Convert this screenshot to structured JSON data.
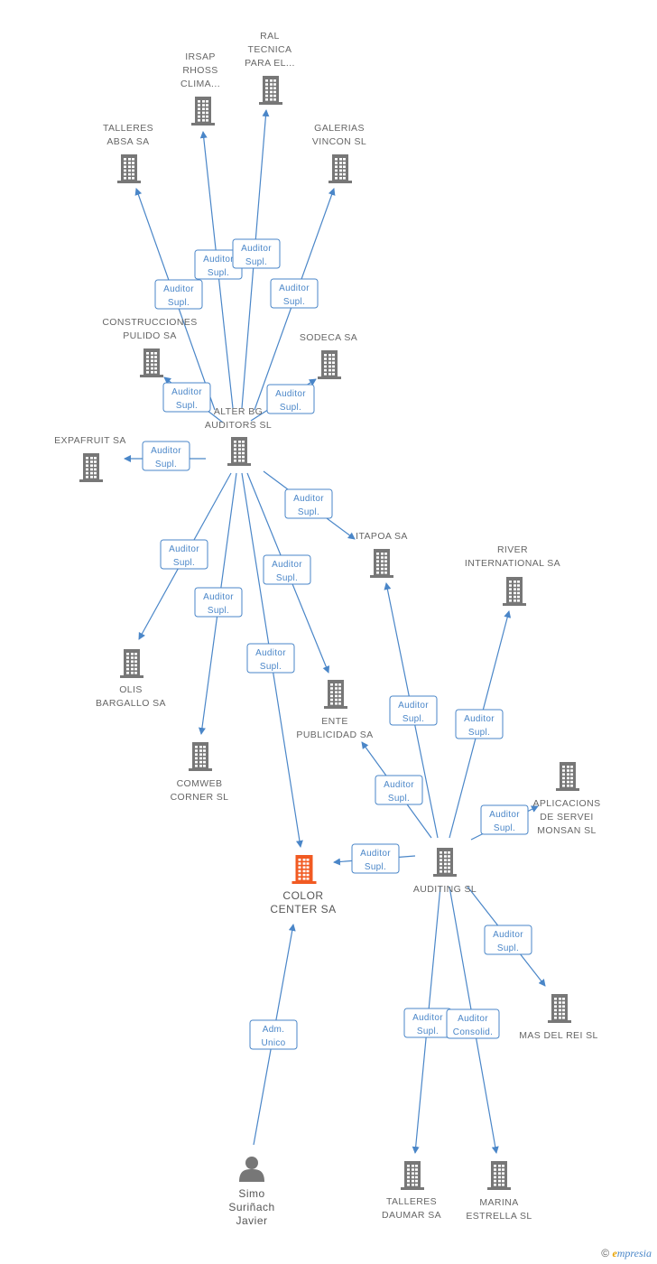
{
  "colors": {
    "edge": "#4a86c8",
    "building": "#777777",
    "highlight": "#f15a22",
    "person": "#777777"
  },
  "nodes": [
    {
      "id": "ral",
      "type": "building",
      "label": [
        "RAL",
        "TECNICA",
        "PARA EL..."
      ]
    },
    {
      "id": "irsap",
      "type": "building",
      "label": [
        "IRSAP",
        "RHOSS",
        "CLIMA..."
      ]
    },
    {
      "id": "talleres_absa",
      "type": "building",
      "label": [
        "TALLERES",
        "ABSA SA"
      ]
    },
    {
      "id": "galerias",
      "type": "building",
      "label": [
        "GALERIAS",
        "VINCON SL"
      ]
    },
    {
      "id": "construcciones",
      "type": "building",
      "label": [
        "CONSTRUCCIONES",
        "PULIDO SA"
      ]
    },
    {
      "id": "sodeca",
      "type": "building",
      "label": [
        "SODECA SA"
      ]
    },
    {
      "id": "alter",
      "type": "building",
      "label": [
        "ALTER BG",
        "AUDITORS  SL"
      ]
    },
    {
      "id": "expafruit",
      "type": "building",
      "label": [
        "EXPAFRUIT SA"
      ]
    },
    {
      "id": "itapoa",
      "type": "building",
      "label": [
        "ITAPOA SA"
      ]
    },
    {
      "id": "river",
      "type": "building",
      "label": [
        "RIVER",
        "INTERNATIONAL SA"
      ]
    },
    {
      "id": "olis",
      "type": "building",
      "label": [
        "OLIS",
        "BARGALLO SA"
      ]
    },
    {
      "id": "ente",
      "type": "building",
      "label": [
        "ENTE",
        "PUBLICIDAD SA"
      ]
    },
    {
      "id": "comweb",
      "type": "building",
      "label": [
        "COMWEB",
        "CORNER SL"
      ]
    },
    {
      "id": "aplicacions",
      "type": "building",
      "label": [
        "APLICACIONS",
        "DE SERVEI",
        "MONSAN SL"
      ]
    },
    {
      "id": "color",
      "type": "building",
      "highlight": true,
      "label": [
        "COLOR",
        "CENTER SA"
      ]
    },
    {
      "id": "auditing",
      "type": "building",
      "label": [
        "AUDITING SL"
      ]
    },
    {
      "id": "mas",
      "type": "building",
      "label": [
        "MAS DEL REI SL"
      ]
    },
    {
      "id": "simo",
      "type": "person",
      "label": [
        "Simo",
        "Suriñach",
        "Javier"
      ]
    },
    {
      "id": "talleres_daumar",
      "type": "building",
      "label": [
        "TALLERES",
        "DAUMAR SA"
      ]
    },
    {
      "id": "marina",
      "type": "building",
      "label": [
        "MARINA",
        "ESTRELLA SL"
      ]
    }
  ],
  "edges": [
    {
      "from": "alter",
      "to": "talleres_absa",
      "label": [
        "Auditor",
        "Supl."
      ]
    },
    {
      "from": "alter",
      "to": "irsap",
      "label": [
        "Auditor",
        "Supl."
      ]
    },
    {
      "from": "alter",
      "to": "ral",
      "label": [
        "Auditor",
        "Supl."
      ]
    },
    {
      "from": "alter",
      "to": "galerias",
      "label": [
        "Auditor",
        "Supl."
      ]
    },
    {
      "from": "alter",
      "to": "construcciones",
      "label": [
        "Auditor",
        "Supl."
      ]
    },
    {
      "from": "alter",
      "to": "sodeca",
      "label": [
        "Auditor",
        "Supl."
      ]
    },
    {
      "from": "alter",
      "to": "expafruit",
      "label": [
        "Auditor",
        "Supl."
      ]
    },
    {
      "from": "alter",
      "to": "itapoa",
      "label": [
        "Auditor",
        "Supl."
      ]
    },
    {
      "from": "alter",
      "to": "olis",
      "label": [
        "Auditor",
        "Supl."
      ]
    },
    {
      "from": "alter",
      "to": "ente",
      "label": [
        "Auditor",
        "Supl."
      ]
    },
    {
      "from": "alter",
      "to": "comweb",
      "label": [
        "Auditor",
        "Supl."
      ]
    },
    {
      "from": "alter",
      "to": "color",
      "label": [
        "Auditor",
        "Supl."
      ]
    },
    {
      "from": "auditing",
      "to": "itapoa",
      "label": [
        "Auditor",
        "Supl."
      ]
    },
    {
      "from": "auditing",
      "to": "river",
      "label": [
        "Auditor",
        "Supl."
      ]
    },
    {
      "from": "auditing",
      "to": "ente",
      "label": [
        "Auditor",
        "Supl."
      ]
    },
    {
      "from": "auditing",
      "to": "aplicacions",
      "label": [
        "Auditor",
        "Supl."
      ]
    },
    {
      "from": "auditing",
      "to": "color",
      "label": [
        "Auditor",
        "Supl."
      ]
    },
    {
      "from": "auditing",
      "to": "mas",
      "label": [
        "Auditor",
        "Supl."
      ]
    },
    {
      "from": "auditing",
      "to": "talleres_daumar",
      "label": [
        "Auditor",
        "Supl."
      ]
    },
    {
      "from": "auditing",
      "to": "marina",
      "label": [
        "Auditor",
        "Consolid."
      ]
    },
    {
      "from": "simo",
      "to": "color",
      "label": [
        "Adm.",
        "Unico"
      ]
    }
  ],
  "footer": {
    "copyright": "©",
    "brand_initial": "e",
    "brand_rest": "mpresia"
  }
}
